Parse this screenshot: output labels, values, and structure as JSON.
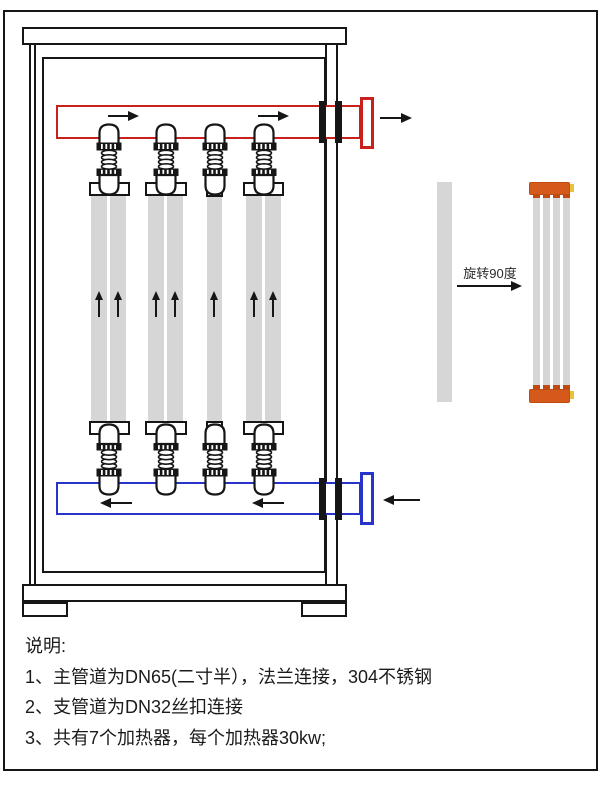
{
  "notes": {
    "heading": "说明:",
    "items": [
      "1、主管道为DN65(二寸半），法兰连接，304不锈钢",
      "2、支管道为DN32丝扣连接",
      "3、共有7个加热器，每个加热器30kw;"
    ]
  },
  "annotations": {
    "rotate_label": "旋转90度"
  },
  "diagram": {
    "heater_tubes_per_branch": [
      2,
      2,
      1,
      2
    ],
    "total_heaters": 7
  },
  "colors": {
    "pipe_hot": "#c7201d",
    "pipe_cold": "#2834c9",
    "heater_body": "#d4591a",
    "heater_tab": "#bf4b11",
    "terminal_tab": "#e5c33a",
    "tube_fill": "#d6d6d6",
    "line": "#161616"
  }
}
